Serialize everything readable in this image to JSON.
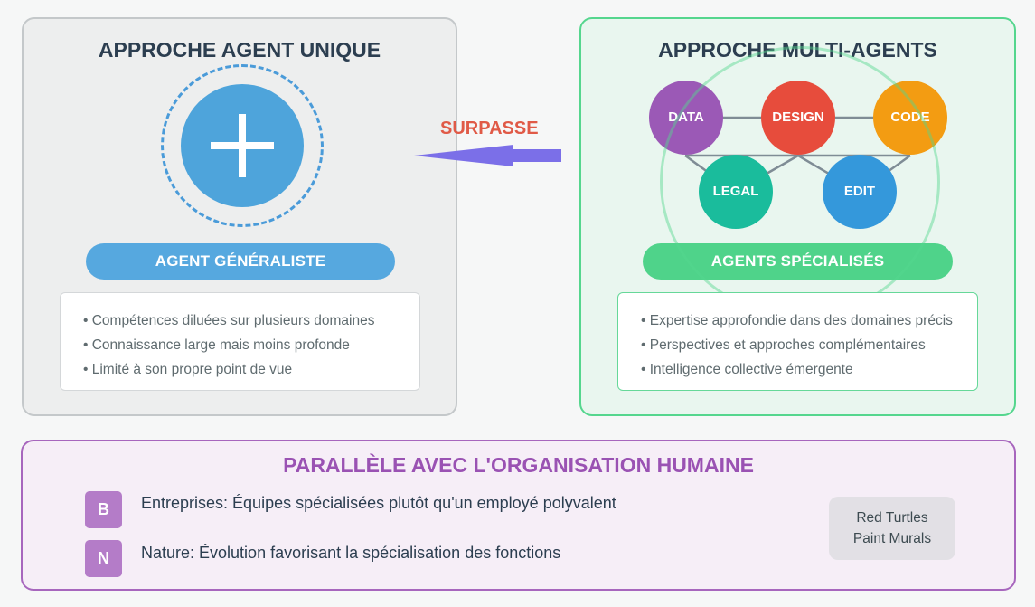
{
  "left_panel": {
    "title": "APPROCHE AGENT UNIQUE",
    "agent_label": "AGENT GÉNÉRALISTE",
    "items": [
      "• Compétences diluées sur plusieurs domaines",
      "• Connaissance large mais moins profonde",
      "• Limité à son propre point de vue"
    ]
  },
  "right_panel": {
    "title": "APPROCHE MULTI-AGENTS",
    "agents_label": "AGENTS SPÉCIALISÉS",
    "nodes": [
      {
        "label": "DATA",
        "color": "#9b59b6"
      },
      {
        "label": "DESIGN",
        "color": "#e74c3c"
      },
      {
        "label": "CODE",
        "color": "#f39c12"
      },
      {
        "label": "LEGAL",
        "color": "#1abc9c"
      },
      {
        "label": "EDIT",
        "color": "#3498db"
      }
    ],
    "items": [
      "• Expertise approfondie dans des domaines précis",
      "• Perspectives et approches complémentaires",
      "• Intelligence collective émergente"
    ]
  },
  "relation": {
    "label": "SURPASSE",
    "arrow_color": "#7b6fe8"
  },
  "bottom_panel": {
    "title": "PARALLÈLE AVEC L'ORGANISATION HUMAINE",
    "rows": [
      {
        "badge": "B",
        "text": "Entreprises: Équipes spécialisées plutôt qu'un employé polyvalent"
      },
      {
        "badge": "N",
        "text": "Nature: Évolution favorisant la spécialisation des fonctions"
      }
    ],
    "side_card": {
      "line1": "Red Turtles",
      "line2": "Paint Murals"
    }
  },
  "colors": {
    "left_accent": "#4ea4db",
    "right_accent": "#4fd38a",
    "bottom_accent": "#9a52b3",
    "relation_text": "#e05a47"
  },
  "icons": {
    "single_agent": "plus-icon",
    "relation_arrow": "left-arrow-icon"
  }
}
